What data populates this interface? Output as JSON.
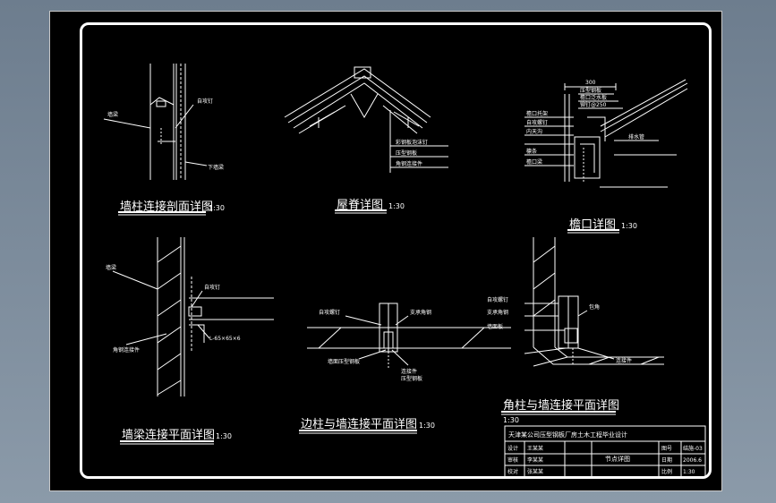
{
  "drawings": {
    "wall_column_section": {
      "title": "墙柱连接剖面详图",
      "scale": "1:30",
      "labels": [
        "墙梁",
        "自攻钉",
        "下墙梁"
      ]
    },
    "ridge_detail": {
      "title": "屋脊详图",
      "scale": "1:30",
      "labels": [
        "彩钢板泡沫钉",
        "压型钢板",
        "角钢连接件"
      ]
    },
    "eave_detail": {
      "title": "檐口详图",
      "scale": "1:30",
      "dimensions": [
        "300"
      ],
      "labels": [
        "压型钢板",
        "檐口泛水板",
        "铆钉@250",
        "檐口托架",
        "自攻螺钉",
        "内天沟",
        "排水管",
        "檩条",
        "檐口梁"
      ]
    },
    "wall_beam_plan": {
      "title": "墙梁连接平面详图",
      "scale": "1:30",
      "labels": [
        "墙梁",
        "自攻钉",
        "角钢连接件",
        "L-65×65×6"
      ]
    },
    "side_column_plan": {
      "title": "边柱与墙连接平面详图",
      "scale": "1:30",
      "labels": [
        "自攻螺钉",
        "支承角钢",
        "墙面压型钢板",
        "连接件",
        "压型钢板"
      ]
    },
    "corner_column_plan": {
      "title": "角柱与墙连接平面详图",
      "scale": "1:30",
      "labels": [
        "自攻螺钉",
        "支承角钢",
        "包角",
        "墙面板",
        "连接件"
      ]
    }
  },
  "title_block": {
    "project": "天津某公司压型钢板厂房土木工程毕业设计",
    "rows": [
      [
        "设计",
        "王某某",
        "",
        "节点详图",
        "图号",
        "结施-03"
      ],
      [
        "审核",
        "李某某",
        "",
        "",
        "日期",
        "2006.6"
      ],
      [
        "校对",
        "张某某",
        "",
        "",
        "比例",
        "1:30"
      ]
    ]
  }
}
